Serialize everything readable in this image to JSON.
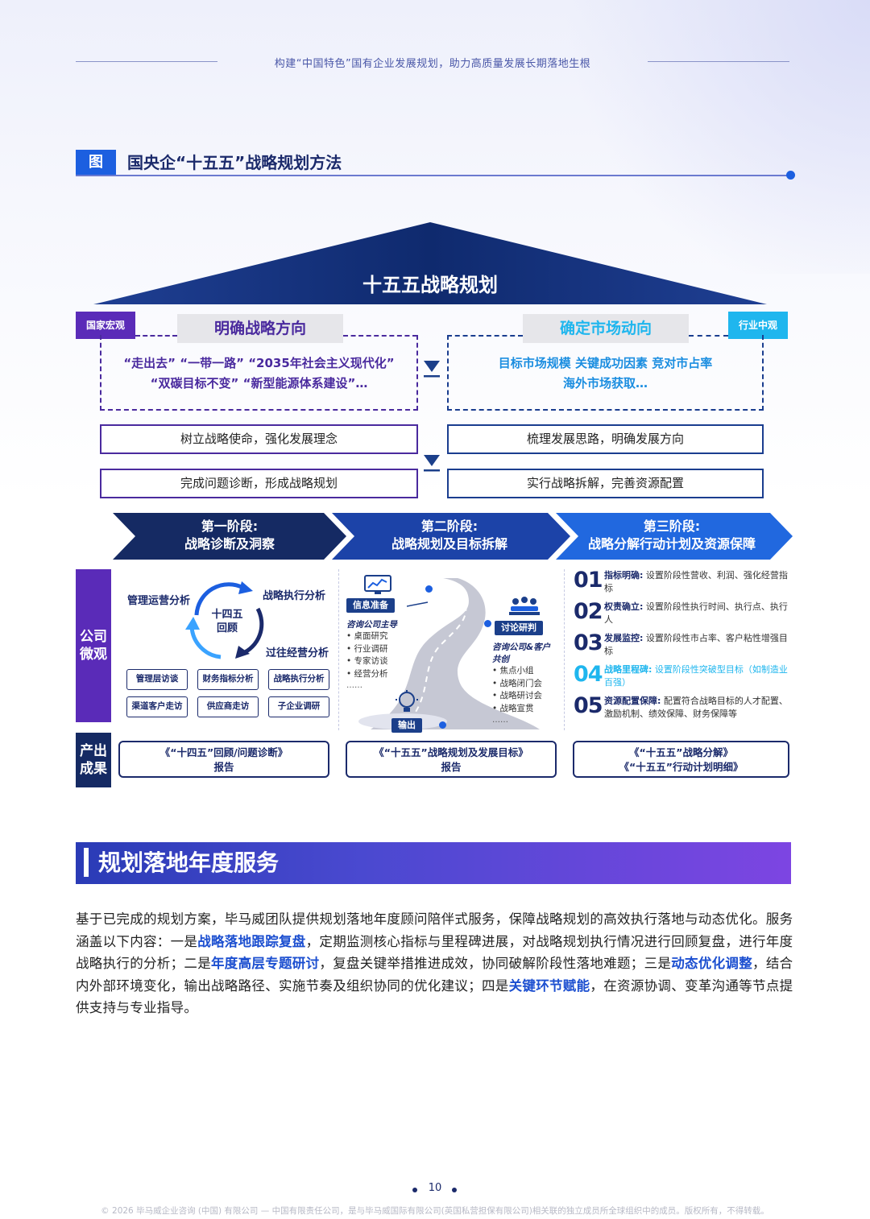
{
  "header": {
    "running_title": "构建“中国特色”国有企业发展规划，助力高质量发展长期落地生根"
  },
  "figure": {
    "tag": "图",
    "title": "国央企“十五五”战略规划方法"
  },
  "roof": {
    "title": "十五五战略规划"
  },
  "left_panel": {
    "tag": "国家宏观",
    "heading": "明确战略方向",
    "line1": "“走出去”  “一带一路”  “2035年社会主义现代化”",
    "line2": "“双碳目标不变”  “新型能源体系建设”…",
    "box1": "树立战略使命，强化发展理念",
    "box2": "完成问题诊断，形成战略规划"
  },
  "right_panel": {
    "tag": "行业中观",
    "heading": "确定市场动向",
    "line1": "目标市场规模 关键成功因素 竞对市占率",
    "line2": "海外市场获取…",
    "box1": "梳理发展思路，明确发展方向",
    "box2": "实行战略拆解，完善资源配置"
  },
  "stages": [
    {
      "line1": "第一阶段:",
      "line2": "战略诊断及洞察"
    },
    {
      "line1": "第二阶段:",
      "line2": "战略规划及目标拆解"
    },
    {
      "line1": "第三阶段:",
      "line2": "战略分解行动计划及资源保障"
    }
  ],
  "rows": {
    "company": "公司微观",
    "output": "产出成果"
  },
  "stage1": {
    "cycle_center_1": "十四五",
    "cycle_center_2": "回顾",
    "label_tl": "管理运营分析",
    "label_tr": "战略执行分析",
    "label_br": "过往经营分析",
    "boxes": [
      "管理层访谈",
      "财务指标分析",
      "战略执行分析",
      "渠道客户走访",
      "供应商走访",
      "子企业调研"
    ]
  },
  "stage2": {
    "pill_prepare": "信息准备",
    "lead": "咨询公司主导",
    "prepare_items": [
      "桌面研究",
      "行业调研",
      "专家访谈",
      "经营分析"
    ],
    "prepare_more": "……",
    "pill_discuss": "讨论研判",
    "co_create_1": "咨询公司&客户",
    "co_create_2": "共创",
    "discuss_items": [
      "焦点小组",
      "战略闭门会",
      "战略研讨会",
      "战略宣贯"
    ],
    "discuss_more": "……",
    "pill_output": "输出"
  },
  "stage3": [
    {
      "num": "01",
      "head": "指标明确:",
      "text": "设置阶段性营收、利润、强化经营指标"
    },
    {
      "num": "02",
      "head": "权责确立:",
      "text": "设置阶段性执行时间、执行点、执行人"
    },
    {
      "num": "03",
      "head": "发展监控:",
      "text": "设置阶段性市占率、客户粘性增强目标"
    },
    {
      "num": "04",
      "head": "战略里程碑:",
      "text": "设置阶段性突破型目标（如制造业百强）"
    },
    {
      "num": "05",
      "head": "资源配置保障:",
      "text": "配置符合战略目标的人才配置、激励机制、绩效保障、财务保障等"
    }
  ],
  "outputs": [
    {
      "line1": "《“十四五”回顾/问题诊断》",
      "line2": "报告"
    },
    {
      "line1": "《“十五五”战略规划及发展目标》",
      "line2": "报告"
    },
    {
      "line1": "《“十五五”战略分解》",
      "line2": "《“十五五”行动计划明细》"
    }
  ],
  "section": {
    "title": "规划落地年度服务"
  },
  "paragraph": {
    "p1": "基于已完成的规划方案，毕马威团队提供规划落地年度顾问陪伴式服务，保障战略规划的高效执行落地与动态优化。服务涵盖以下内容：一是",
    "k1": "战略落地跟踪复盘",
    "p2": "，定期监测核心指标与里程碑进展，对战略规划执行情况进行回顾复盘，进行年度战略执行的分析；二是",
    "k2": "年度高层专题研讨",
    "p3": "，复盘关键举措推进成效，协同破解阶段性落地难题；三是",
    "k3": "动态优化调整",
    "p4": "，结合内外部环境变化，输出战略路径、实施节奏及组织协同的优化建议；四是",
    "k4": "关键环节赋能",
    "p5": "，在资源协调、变革沟通等节点提供支持与专业指导。"
  },
  "page": {
    "number": "10"
  },
  "footer": {
    "text": "© 2026 毕马威企业咨询 (中国) 有限公司 — 中国有限责任公司，是与毕马威国际有限公司(英国私营担保有限公司)相关联的独立成员所全球组织中的成员。版权所有，不得转载。"
  },
  "colors": {
    "navy": "#1b2a6b",
    "purple": "#4a2a9e",
    "blue": "#1c5fe0",
    "cyan": "#1fb6ee",
    "accent_text": "#1c4fd0"
  }
}
